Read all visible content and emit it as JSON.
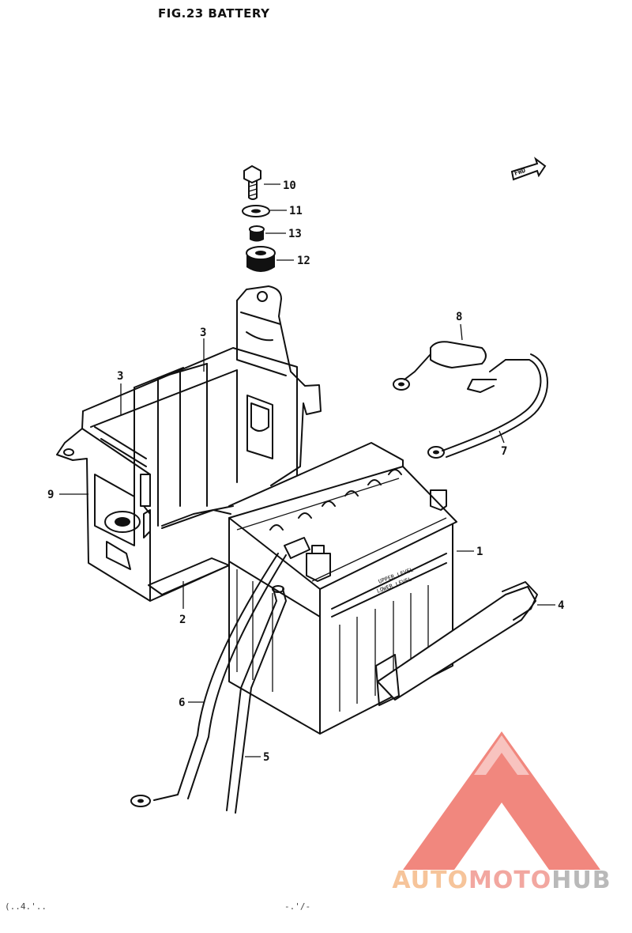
{
  "title": "FIG.23  BATTERY",
  "fwd_label": "FWD",
  "callouts": [
    {
      "num": "1",
      "part": "battery"
    },
    {
      "num": "2",
      "part": "battery-tray-pad"
    },
    {
      "num": "3",
      "part": "cushion-a"
    },
    {
      "num": "3",
      "part": "cushion-b"
    },
    {
      "num": "4",
      "part": "battery-band"
    },
    {
      "num": "5",
      "part": "breather-hose"
    },
    {
      "num": "6",
      "part": "ground-lead"
    },
    {
      "num": "7",
      "part": "battery-lead"
    },
    {
      "num": "8",
      "part": "terminal-cover"
    },
    {
      "num": "9",
      "part": "battery-holder"
    },
    {
      "num": "10",
      "part": "bolt"
    },
    {
      "num": "11",
      "part": "washer"
    },
    {
      "num": "12",
      "part": "grommet"
    },
    {
      "num": "13",
      "part": "spacer"
    }
  ],
  "battery_text": {
    "upper": "UPPER LEVEL",
    "lower": "LOWER LEVEL"
  },
  "footer": {
    "left": "(..4.'..",
    "mid": "-.'/-"
  },
  "logo": {
    "part1": "AUTO",
    "part2": "MOTO",
    "part3": "HUB",
    "colors": {
      "triangle": "#f07a70",
      "auto": "#f6c49a",
      "moto": "#f2a7a0",
      "hub": "#b9b9b9"
    }
  }
}
